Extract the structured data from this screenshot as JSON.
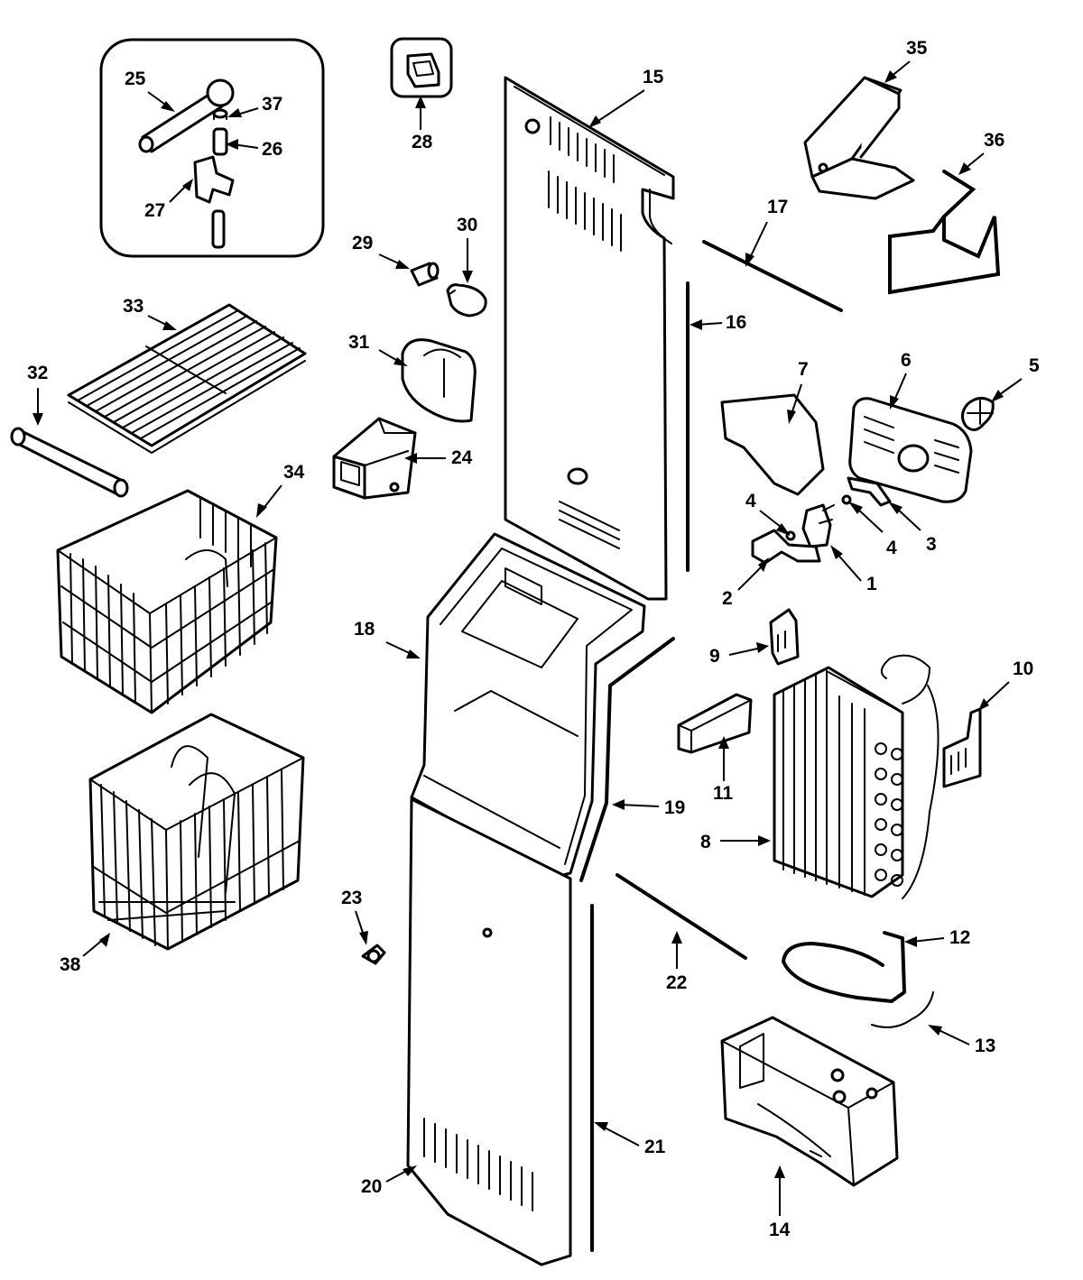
{
  "callouts": [
    {
      "id": "c1",
      "label": "1"
    },
    {
      "id": "c2",
      "label": "2"
    },
    {
      "id": "c3",
      "label": "3"
    },
    {
      "id": "c4a",
      "label": "4"
    },
    {
      "id": "c4b",
      "label": "4"
    },
    {
      "id": "c5",
      "label": "5"
    },
    {
      "id": "c6",
      "label": "6"
    },
    {
      "id": "c7",
      "label": "7"
    },
    {
      "id": "c8",
      "label": "8"
    },
    {
      "id": "c9",
      "label": "9"
    },
    {
      "id": "c10",
      "label": "10"
    },
    {
      "id": "c11",
      "label": "11"
    },
    {
      "id": "c12",
      "label": "12"
    },
    {
      "id": "c13",
      "label": "13"
    },
    {
      "id": "c14",
      "label": "14"
    },
    {
      "id": "c15",
      "label": "15"
    },
    {
      "id": "c16",
      "label": "16"
    },
    {
      "id": "c17",
      "label": "17"
    },
    {
      "id": "c18",
      "label": "18"
    },
    {
      "id": "c19",
      "label": "19"
    },
    {
      "id": "c20",
      "label": "20"
    },
    {
      "id": "c21",
      "label": "21"
    },
    {
      "id": "c22",
      "label": "22"
    },
    {
      "id": "c23",
      "label": "23"
    },
    {
      "id": "c24",
      "label": "24"
    },
    {
      "id": "c25",
      "label": "25"
    },
    {
      "id": "c26",
      "label": "26"
    },
    {
      "id": "c27",
      "label": "27"
    },
    {
      "id": "c28",
      "label": "28"
    },
    {
      "id": "c29",
      "label": "29"
    },
    {
      "id": "c30",
      "label": "30"
    },
    {
      "id": "c31",
      "label": "31"
    },
    {
      "id": "c32",
      "label": "32"
    },
    {
      "id": "c33",
      "label": "33"
    },
    {
      "id": "c34",
      "label": "34"
    },
    {
      "id": "c35",
      "label": "35"
    },
    {
      "id": "c36",
      "label": "36"
    },
    {
      "id": "c37",
      "label": "37"
    },
    {
      "id": "c38",
      "label": "38"
    }
  ]
}
